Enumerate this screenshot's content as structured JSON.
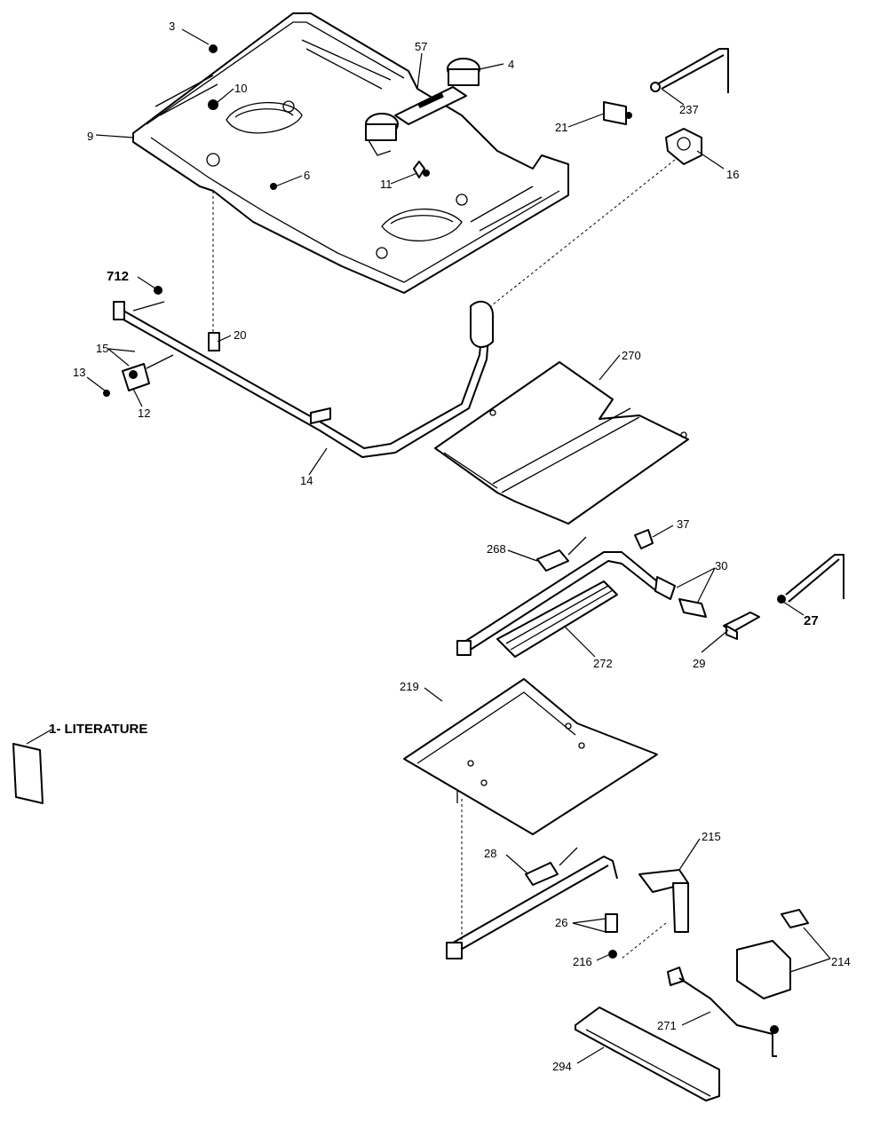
{
  "labels": {
    "p3": "3",
    "p57": "57",
    "p4": "4",
    "p10": "10",
    "p9": "9",
    "p6": "6",
    "p11": "11",
    "p21": "21",
    "p237": "237",
    "p16": "16",
    "p712": "712",
    "p20": "20",
    "p15": "15",
    "p13": "13",
    "p12": "12",
    "p14": "14",
    "p270": "270",
    "p37": "37",
    "p268": "268",
    "p30": "30",
    "p27": "27",
    "p29": "29",
    "p272": "272",
    "p219": "219",
    "p28": "28",
    "p215": "215",
    "p26": "26",
    "p216": "216",
    "p214": "214",
    "p271": "271",
    "p294": "294",
    "literature": "1- LITERATURE"
  }
}
